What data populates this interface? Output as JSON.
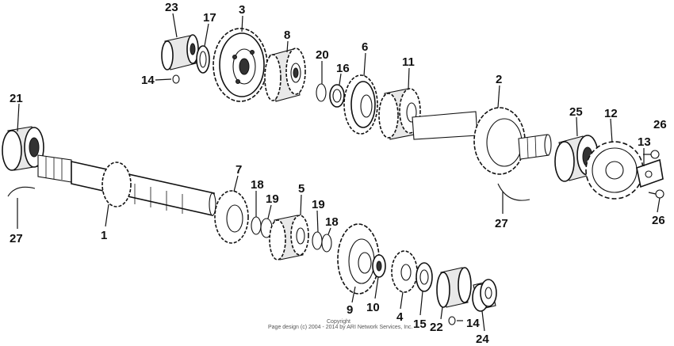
{
  "diagram": {
    "callouts": [
      "23",
      "17",
      "3",
      "8",
      "20",
      "16",
      "6",
      "11",
      "2",
      "14",
      "21",
      "25",
      "12",
      "26",
      "13",
      "7",
      "18",
      "19",
      "5",
      "1",
      "27",
      "27",
      "26",
      "9",
      "10",
      "4",
      "15",
      "22",
      "14",
      "24",
      "19",
      "18"
    ],
    "copyright_line1": "Copyright",
    "copyright_line2": "Page design (c) 2004 - 2014 by ARI Network Services, Inc."
  }
}
